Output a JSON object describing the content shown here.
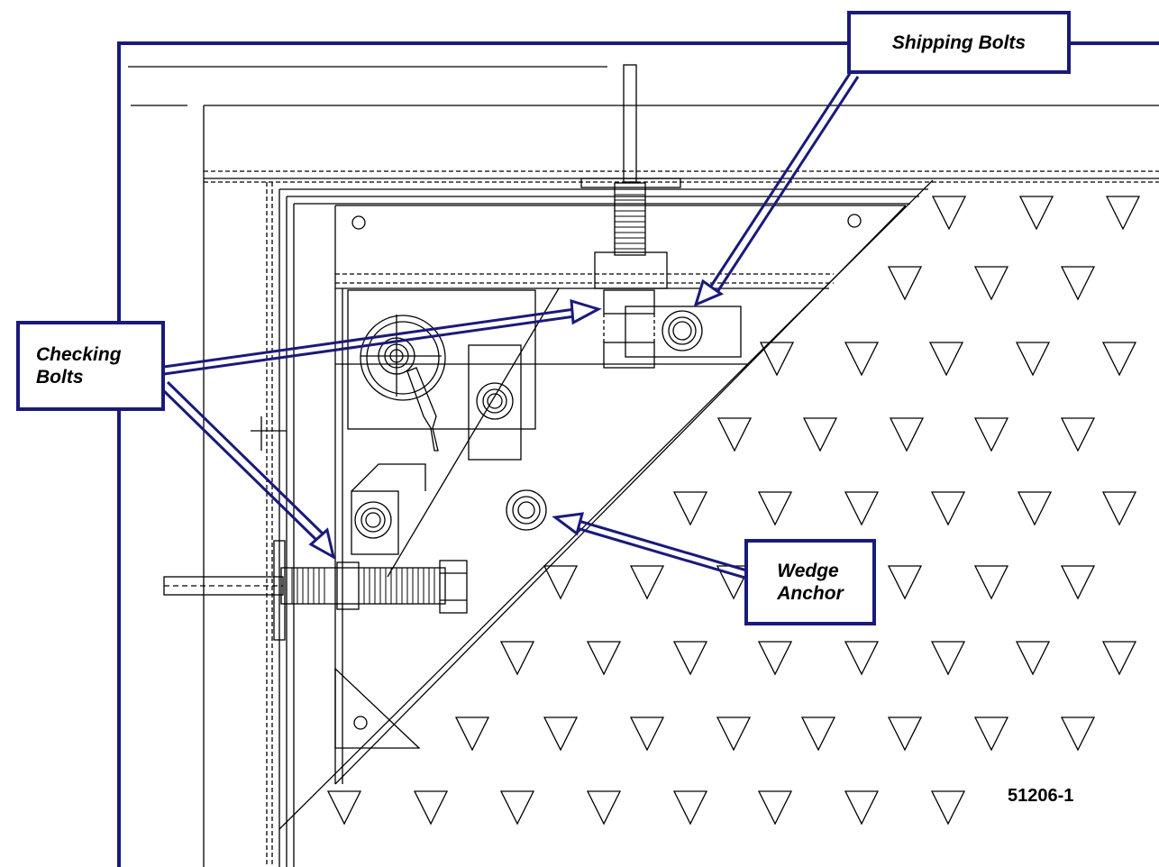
{
  "figure_number": "51206-1",
  "callouts": {
    "shipping_bolts": "Shipping Bolts",
    "checking_bolts_line1": "Checking",
    "checking_bolts_line2": "Bolts",
    "wedge_anchor_line1": "Wedge",
    "wedge_anchor_line2": "Anchor"
  },
  "colors": {
    "callout_border": "#1a1a7a",
    "linework": "#000000"
  }
}
